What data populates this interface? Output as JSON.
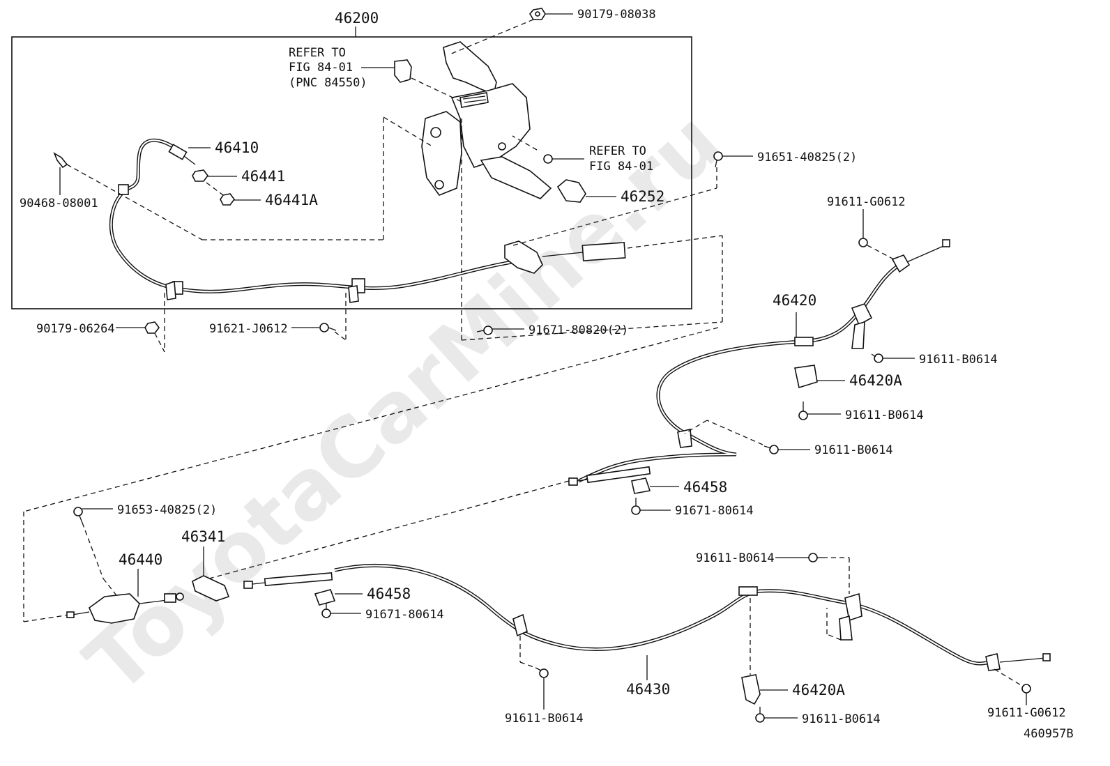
{
  "diagram_id": "460957B",
  "watermark": "ToyotaCarMine.ru",
  "assembly_label": "46200",
  "references": {
    "refer_top": [
      "REFER TO",
      "FIG 84-01",
      "(PNC 84550)"
    ],
    "refer_right": [
      "REFER TO",
      "FIG 84-01"
    ]
  },
  "part_labels": {
    "p90179_08038": "90179-08038",
    "p46410": "46410",
    "p46441": "46441",
    "p46441A": "46441A",
    "p90468_08001": "90468-08001",
    "p46252": "46252",
    "p91651_40825": "91651-40825(2)",
    "p91611_G0612_top": "91611-G0612",
    "p90179_06264": "90179-06264",
    "p91621_J0612": "91621-J0612",
    "p91671_80820": "91671-80820(2)",
    "p46420": "46420",
    "p91611_B0614_a": "91611-B0614",
    "p46420A_top": "46420A",
    "p91611_B0614_b": "91611-B0614",
    "p91611_B0614_c": "91611-B0614",
    "p46458_top": "46458",
    "p91671_80614_top": "91671-80614",
    "p91653_40825": "91653-40825(2)",
    "p46341": "46341",
    "p46440": "46440",
    "p46458_bot": "46458",
    "p91671_80614_bot": "91671-80614",
    "p91611_B0614_d": "91611-B0614",
    "p46430": "46430",
    "p46420A_bot": "46420A",
    "p91611_B0614_e": "91611-B0614",
    "p91611_B0614_f": "91611-B0614",
    "p91611_G0612_bot": "91611-G0612"
  }
}
